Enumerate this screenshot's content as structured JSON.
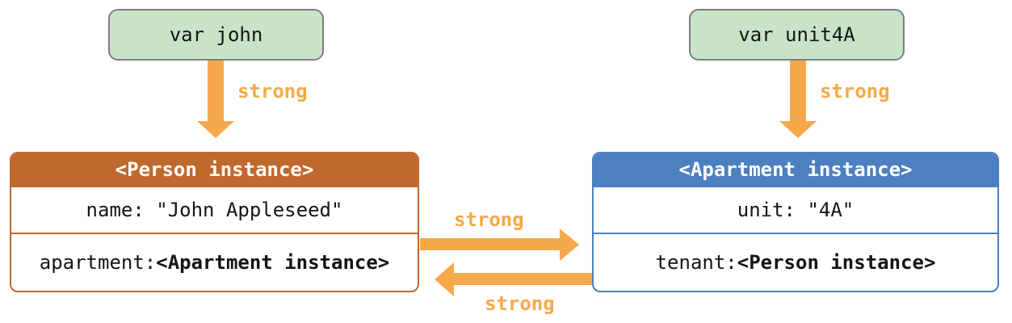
{
  "var_boxes": {
    "john": {
      "label": "var john"
    },
    "unit4A": {
      "label": "var unit4A"
    }
  },
  "person_box": {
    "header": "<Person instance>",
    "name_row": {
      "text": "name: \"John Appleseed\""
    },
    "apartment_row": {
      "prefix": "apartment: ",
      "value": "<Apartment instance>"
    }
  },
  "apartment_box": {
    "header": "<Apartment instance>",
    "unit_row": {
      "text": "unit: \"4A\""
    },
    "tenant_row": {
      "prefix": "tenant: ",
      "value": "<Person instance>"
    }
  },
  "reference_labels": {
    "john_to_person": "strong",
    "unit4A_to_apartment": "strong",
    "person_to_apartment": "strong",
    "apartment_to_person": "strong"
  },
  "colors": {
    "green_fill": "#c8e3c8",
    "green_border": "#7f7f7f",
    "orange_arrow": "#f5a94b",
    "person_accent": "#c0692e",
    "apartment_accent": "#4d80c0",
    "text_color": "#151515"
  }
}
